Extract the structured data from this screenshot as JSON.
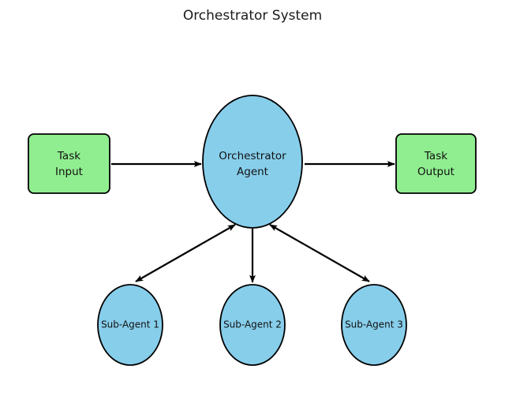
{
  "title": "Orchestrator System",
  "colors": {
    "input_output_fill": "#90EE90",
    "agent_fill": "#87CEEB",
    "node_stroke": "#000000",
    "edge_stroke": "#000000",
    "text": "#111111",
    "background": "#FFFFFF"
  },
  "nodes": {
    "task_input": {
      "label_line1": "Task",
      "label_line2": "Input",
      "shape": "rounded-rectangle",
      "fill": "#90EE90"
    },
    "orchestrator": {
      "label_line1": "Orchestrator",
      "label_line2": "Agent",
      "shape": "ellipse",
      "fill": "#87CEEB"
    },
    "task_output": {
      "label_line1": "Task",
      "label_line2": "Output",
      "shape": "rounded-rectangle",
      "fill": "#90EE90"
    },
    "sub_agents": [
      {
        "label": "Sub-Agent 1",
        "shape": "ellipse",
        "fill": "#87CEEB"
      },
      {
        "label": "Sub-Agent 2",
        "shape": "ellipse",
        "fill": "#87CEEB"
      },
      {
        "label": "Sub-Agent 3",
        "shape": "ellipse",
        "fill": "#87CEEB"
      }
    ]
  },
  "edges": [
    {
      "from": "task_input",
      "to": "orchestrator",
      "direction": "forward"
    },
    {
      "from": "orchestrator",
      "to": "task_output",
      "direction": "forward"
    },
    {
      "from": "orchestrator",
      "to": "sub_agent_1",
      "direction": "both"
    },
    {
      "from": "orchestrator",
      "to": "sub_agent_2",
      "direction": "forward"
    },
    {
      "from": "orchestrator",
      "to": "sub_agent_3",
      "direction": "both"
    }
  ]
}
